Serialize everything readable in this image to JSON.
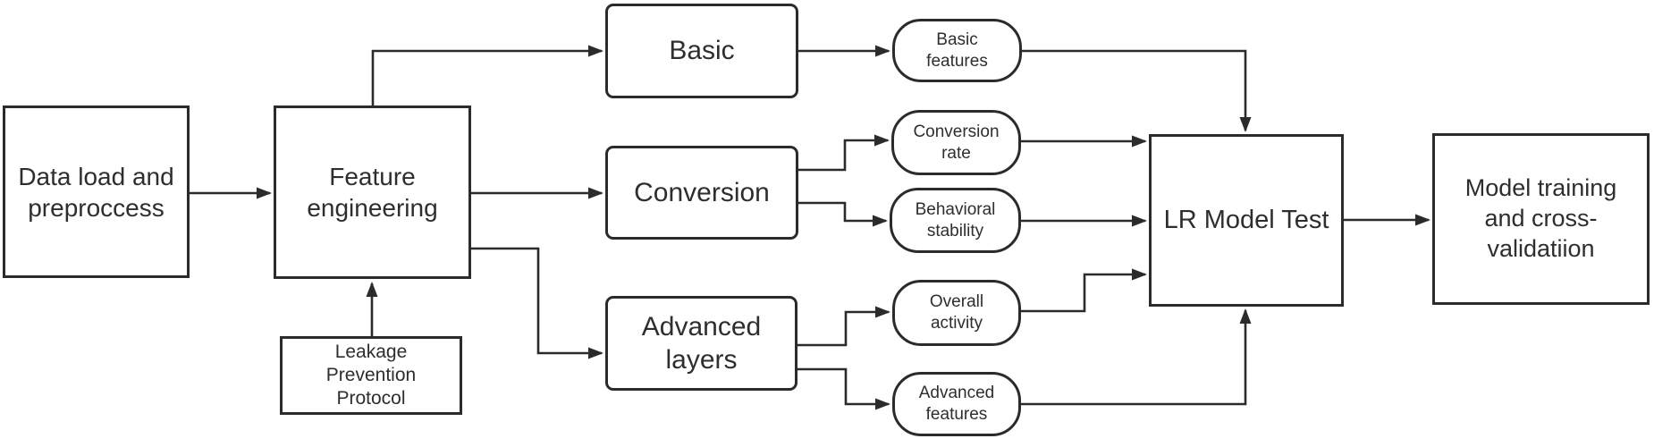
{
  "colors": {
    "stroke": "#2b2b2b",
    "text": "#2e2e2e",
    "background": "#ffffff"
  },
  "nodes": {
    "data_load": {
      "label": "Data load and\npreproccess"
    },
    "feature_engineering": {
      "label": "Feature\nengineering"
    },
    "leakage_prevention": {
      "label": "Leakage\nPrevention\nProtocol"
    },
    "basic": {
      "label": "Basic"
    },
    "conversion": {
      "label": "Conversion"
    },
    "advanced_layers": {
      "label": "Advanced\nlayers"
    },
    "basic_features": {
      "label": "Basic\nfeatures"
    },
    "conversion_rate": {
      "label": "Conversion\nrate"
    },
    "behavioral_stability": {
      "label": "Behavioral\nstability"
    },
    "overall_activity": {
      "label": "Overall\nactivity"
    },
    "advanced_features": {
      "label": "Advanced\nfeatures"
    },
    "lr_model_test": {
      "label": "LR Model Test"
    },
    "model_training": {
      "label": "Model training\nand cross-\nvalidatiion"
    }
  },
  "edges": [
    {
      "from": "data-load",
      "to": "feature-engineering"
    },
    {
      "from": "feature-engineering",
      "to": "basic"
    },
    {
      "from": "feature-engineering",
      "to": "conversion"
    },
    {
      "from": "feature-engineering",
      "to": "advanced-layers"
    },
    {
      "from": "leakage-prevention-protocol",
      "to": "feature-engineering"
    },
    {
      "from": "basic",
      "to": "basic-features"
    },
    {
      "from": "conversion",
      "to": "conversion-rate"
    },
    {
      "from": "conversion",
      "to": "behavioral-stability"
    },
    {
      "from": "advanced-layers",
      "to": "overall-activity"
    },
    {
      "from": "advanced-layers",
      "to": "advanced-features"
    },
    {
      "from": "basic-features",
      "to": "lr-model-test"
    },
    {
      "from": "conversion-rate",
      "to": "lr-model-test"
    },
    {
      "from": "behavioral-stability",
      "to": "lr-model-test"
    },
    {
      "from": "overall-activity",
      "to": "lr-model-test"
    },
    {
      "from": "advanced-features",
      "to": "lr-model-test"
    },
    {
      "from": "lr-model-test",
      "to": "model-training"
    }
  ]
}
